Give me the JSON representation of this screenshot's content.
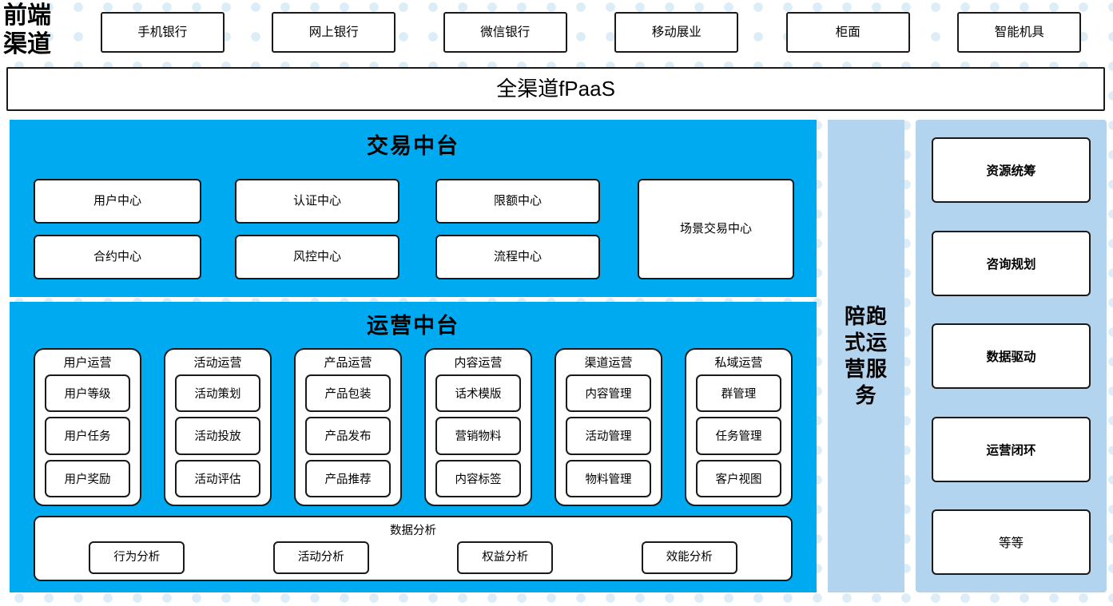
{
  "front_channel": {
    "label": "前端\n渠道",
    "items": [
      {
        "label": "手机银行"
      },
      {
        "label": "网上银行"
      },
      {
        "label": "微信银行"
      },
      {
        "label": "移动展业"
      },
      {
        "label": "柜面"
      },
      {
        "label": "智能机具"
      }
    ]
  },
  "fpaas": {
    "label": "全渠道fPaaS"
  },
  "trade_center": {
    "title": "交易中台",
    "boxes": [
      {
        "label": "用户中心"
      },
      {
        "label": "认证中心"
      },
      {
        "label": "限额中心"
      },
      {
        "label": "合约中心"
      },
      {
        "label": "风控中心"
      },
      {
        "label": "流程中心"
      },
      {
        "label": "场景交易中心"
      }
    ]
  },
  "ops_center": {
    "title": "运营中台",
    "groups": [
      {
        "title": "用户运营",
        "items": [
          "用户等级",
          "用户任务",
          "用户奖励"
        ]
      },
      {
        "title": "活动运营",
        "items": [
          "活动策划",
          "活动投放",
          "活动评估"
        ]
      },
      {
        "title": "产品运营",
        "items": [
          "产品包装",
          "产品发布",
          "产品推荐"
        ]
      },
      {
        "title": "内容运营",
        "items": [
          "话术模版",
          "营销物料",
          "内容标签"
        ]
      },
      {
        "title": "渠道运营",
        "items": [
          "内容管理",
          "活动管理",
          "物料管理"
        ]
      },
      {
        "title": "私域运营",
        "items": [
          "群管理",
          "任务管理",
          "客户视图"
        ]
      }
    ],
    "analytics": {
      "title": "数据分析",
      "items": [
        "行为分析",
        "活动分析",
        "权益分析",
        "效能分析"
      ]
    }
  },
  "companion": {
    "label": "陪跑式运营服务"
  },
  "services": {
    "items": [
      {
        "label": "资源统筹",
        "bold": true
      },
      {
        "label": "咨询规划",
        "bold": true
      },
      {
        "label": "数据驱动",
        "bold": true
      },
      {
        "label": "运营闭环",
        "bold": true
      },
      {
        "label": "等等",
        "bold": false
      }
    ]
  },
  "colors": {
    "cyan": "#00AAF0",
    "light_blue": "#B3D4EE",
    "dot": "#DCEDF8",
    "outline": "#1A1A1A"
  }
}
